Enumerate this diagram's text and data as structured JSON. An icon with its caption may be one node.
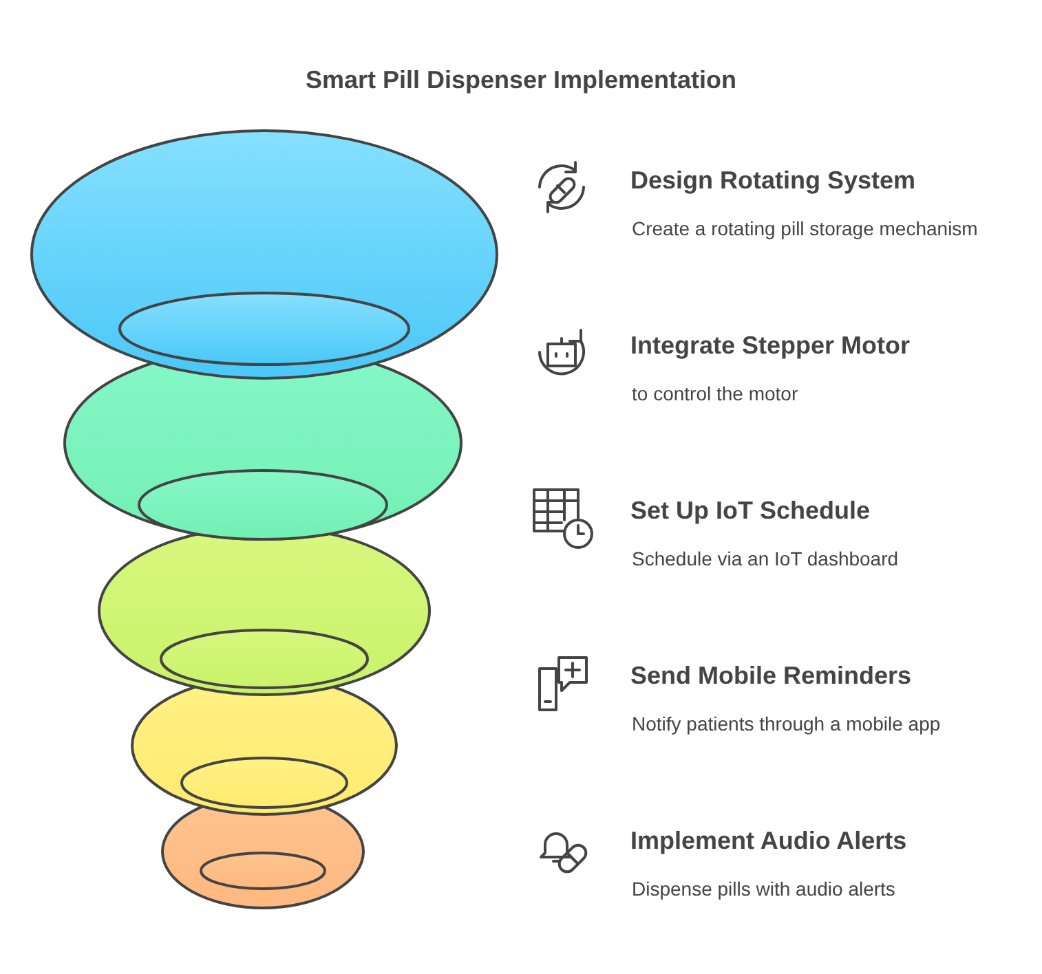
{
  "diagram": {
    "title": "Smart Pill Dispenser Implementation",
    "labels": [
      "Design Rotating System",
      "Create a rotating pill storage mechanism",
      "Integrate Stepper Motor",
      "to control the motor",
      "Set Up IoT Schedule",
      "Schedule via an IoT dashboard",
      "Send Mobile Reminders",
      "Notify patients through a mobile app",
      "Implement Audio Alerts",
      "Dispense pills with audio alerts"
    ]
  }
}
